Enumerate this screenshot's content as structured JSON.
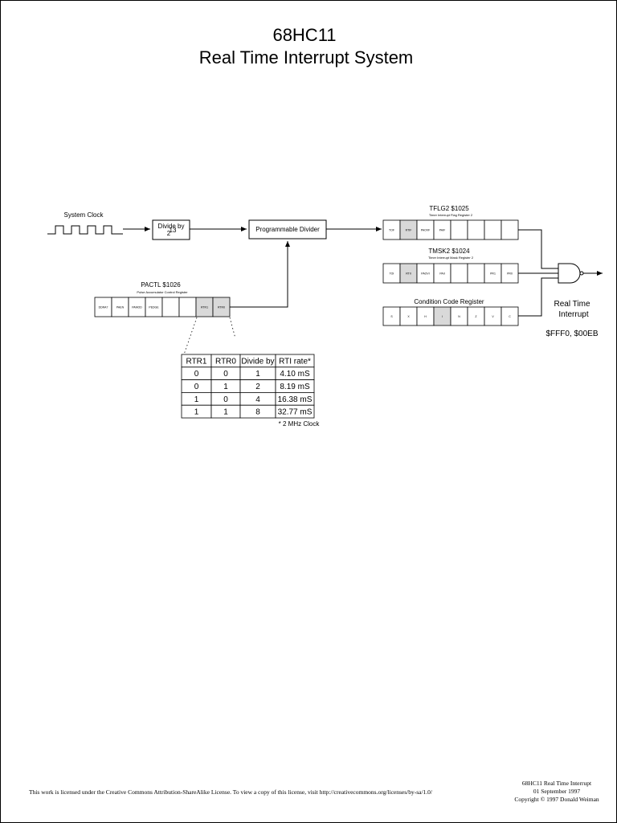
{
  "title": {
    "line1": "68HC11",
    "line2": "Real Time Interrupt System"
  },
  "system_clock": {
    "label": "System Clock"
  },
  "divider_block": {
    "line1": "Divide by",
    "base": "2",
    "exponent": "13"
  },
  "programmable_divider": {
    "label": "Programmable Divider"
  },
  "tflg2": {
    "title": "TFLG2  $1025",
    "subtitle": "Timer Interrupt Flag Register 2",
    "bits": [
      "TOF",
      "RTIF",
      "PAOVF",
      "PAIF",
      "",
      "",
      "",
      ""
    ],
    "highlight": [
      1
    ]
  },
  "tmsk2": {
    "title": "TMSK2  $1024",
    "subtitle": "Timer Interrupt Mask Register 2",
    "bits": [
      "TOI",
      "RTII",
      "PAOVI",
      "PAII",
      "",
      "",
      "PR1",
      "PR0"
    ],
    "highlight": [
      1
    ]
  },
  "ccr": {
    "title": "Condition Code Register",
    "bits": [
      "S",
      "X",
      "H",
      "I",
      "N",
      "Z",
      "V",
      "C"
    ],
    "highlight": [
      3
    ]
  },
  "pactl": {
    "title": "PACTL  $1026",
    "subtitle": "Pulse Accumulator Control Register",
    "bits": [
      "DDRA7",
      "PAEN",
      "PAMOD",
      "PEDGE",
      "",
      "",
      "RTR1",
      "RTR0"
    ],
    "highlight": [
      6,
      7
    ]
  },
  "output": {
    "line1": "Real Time",
    "line2": "Interrupt",
    "vectors": "$FFF0,  $00EB"
  },
  "rate_table": {
    "headers": [
      "RTR1",
      "RTR0",
      "Divide by",
      "RTI rate*"
    ],
    "rows": [
      [
        "0",
        "0",
        "1",
        "4.10 mS"
      ],
      [
        "0",
        "1",
        "2",
        "8.19 mS"
      ],
      [
        "1",
        "0",
        "4",
        "16.38 mS"
      ],
      [
        "1",
        "1",
        "8",
        "32.77 mS"
      ]
    ],
    "footnote": "* 2 MHz Clock"
  },
  "footer": {
    "license": "This work is licensed under the Creative Commons Attribution-ShareAlike License.  To view a copy of this license, visit  http://creativecommons.org/licenses/by-sa/1.0/",
    "doc_title": "68HC11 Real Time Interrupt",
    "date": "01 September 1997",
    "copyright": "Copyright © 1997 Donald Weiman"
  }
}
